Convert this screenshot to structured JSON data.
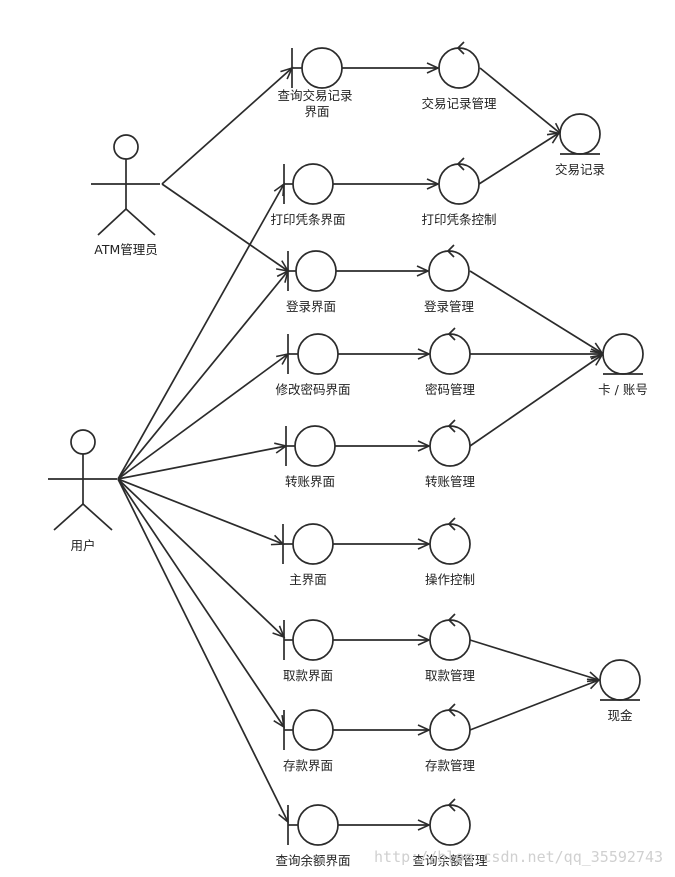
{
  "actors": {
    "admin": "ATM管理员",
    "user": "用户"
  },
  "boundaries": {
    "query_records_ui": [
      "查询交易记录",
      "界面"
    ],
    "print_receipt_ui": "打印凭条界面",
    "login_ui": "登录界面",
    "change_password_ui": "修改密码界面",
    "transfer_ui": "转账界面",
    "main_ui": "主界面",
    "withdraw_ui": "取款界面",
    "deposit_ui": "存款界面",
    "query_balance_ui": "查询余额界面"
  },
  "controls": {
    "record_mgmt": "交易记录管理",
    "print_receipt_ctrl": "打印凭条控制",
    "login_mgmt": "登录管理",
    "password_mgmt": "密码管理",
    "transfer_mgmt": "转账管理",
    "operation_ctrl": "操作控制",
    "withdraw_mgmt": "取款管理",
    "deposit_mgmt": "存款管理",
    "balance_mgmt": "查询余额管理"
  },
  "entities": {
    "transaction_record": "交易记录",
    "card_account": "卡 / 账号",
    "cash": "现金"
  },
  "watermark": "http://blog.csdn.net/qq_35592743"
}
